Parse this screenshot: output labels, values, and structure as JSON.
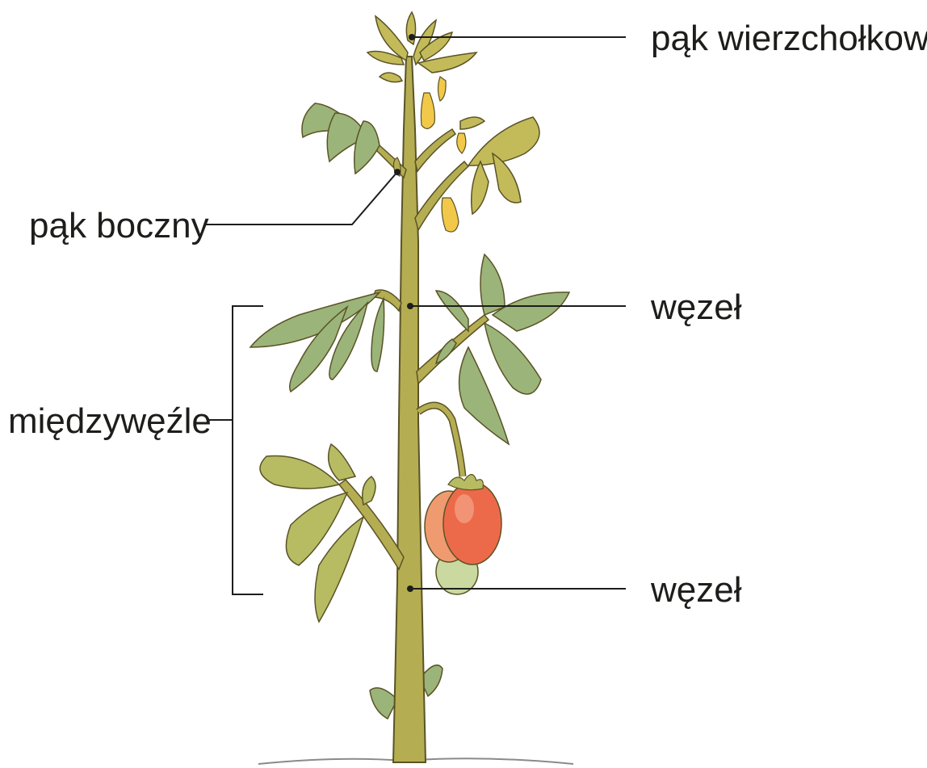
{
  "labels": {
    "apical_bud": "pąk wierzchołkowy",
    "lateral_bud": "pąk boczny",
    "node_upper": "węzeł",
    "internode": "międzywęźle",
    "node_lower": "węzeł"
  },
  "colors": {
    "stem": "#b5ad52",
    "stem_outline": "#5a5326",
    "leaf": "#9bb47a",
    "leaf_dark": "#7e9b60",
    "leaf_yellow": "#c3bb5a",
    "flower": "#f1c84a",
    "fruit_red": "#ec6a4a",
    "fruit_orange": "#f09a70",
    "fruit_green": "#c9d9a0",
    "leader_line": "#1d1d1b",
    "soil": "#8a8a8a"
  },
  "icons": [
    "tomato-plant-illustration"
  ]
}
